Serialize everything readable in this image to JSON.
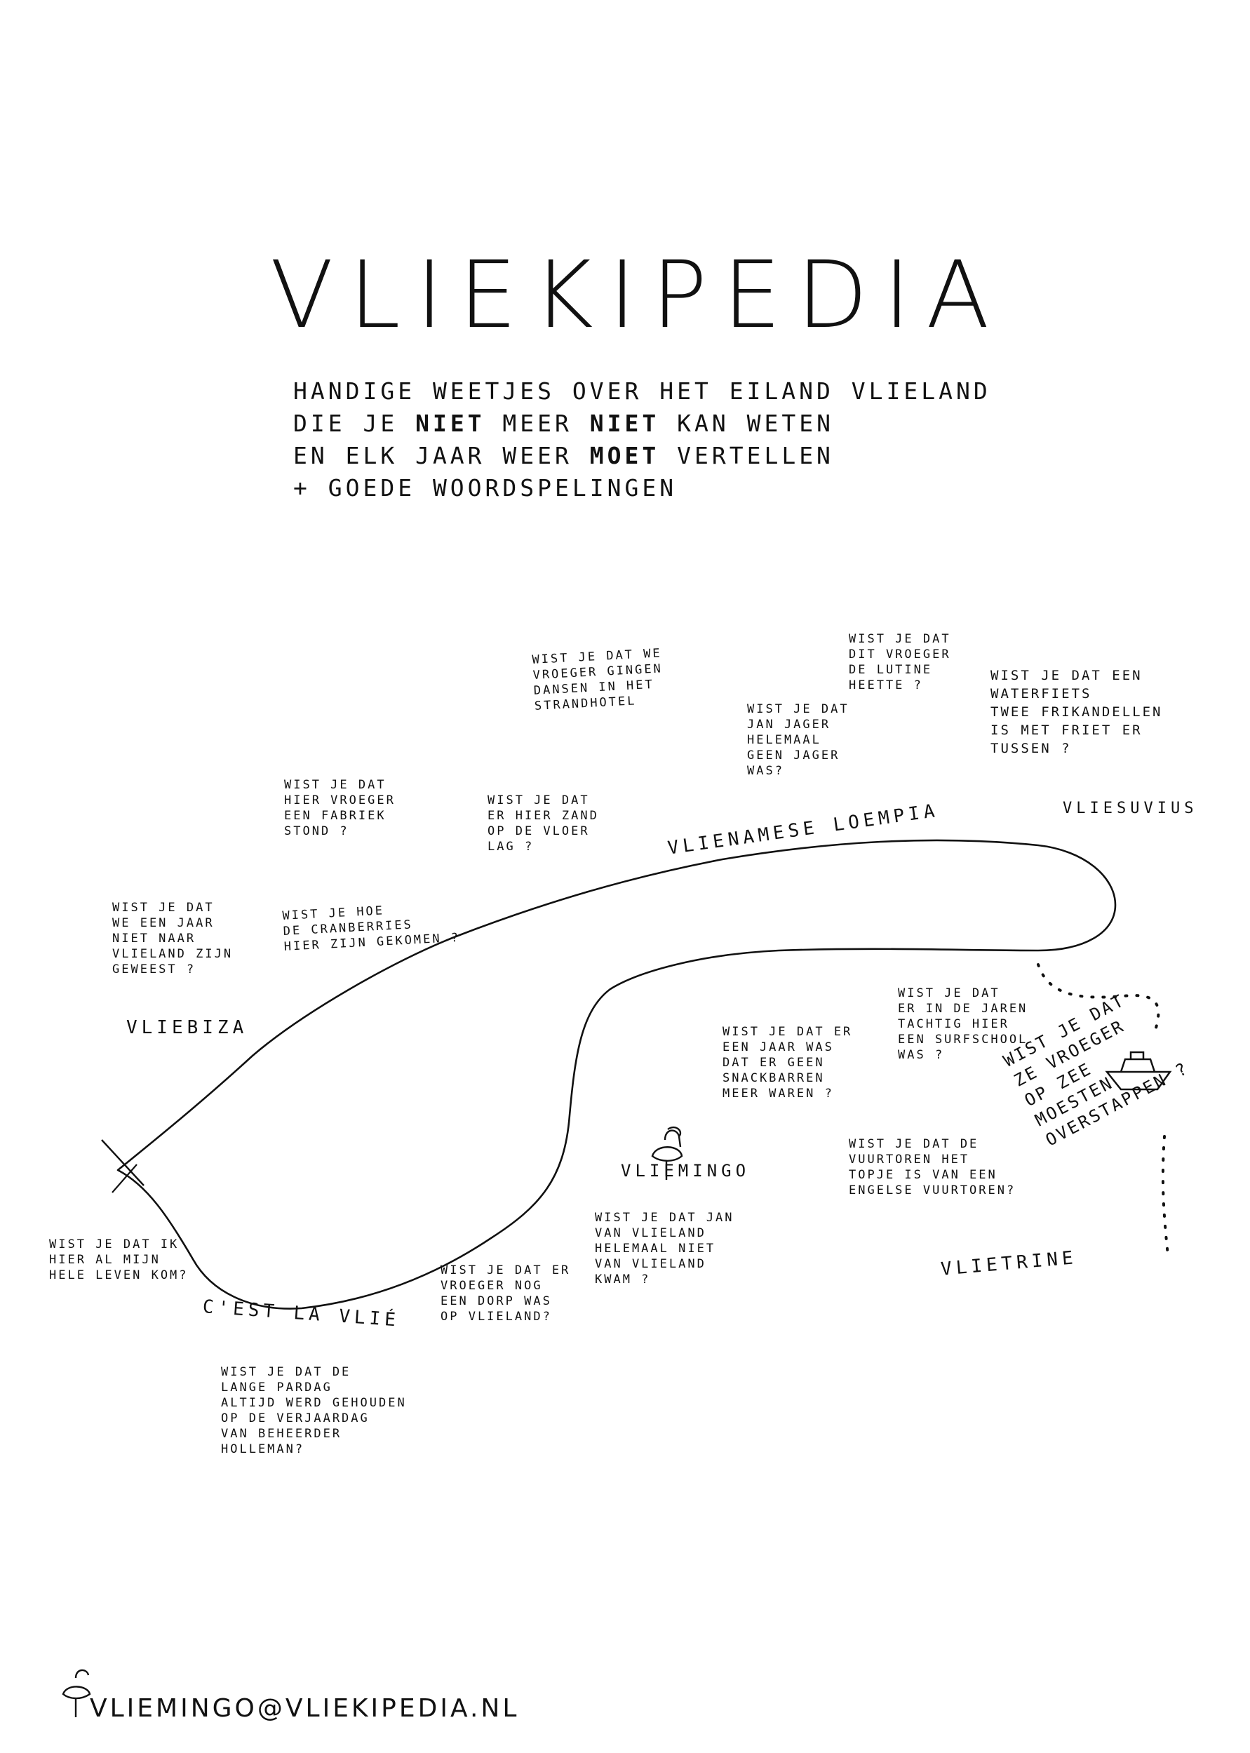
{
  "title": "VLIEKIPEDIA",
  "subtitle": {
    "line1": "HANDIGE WEETJES OVER HET EILAND VLIELAND",
    "line2_a": "DIE JE ",
    "line2_b": "NIET",
    "line2_c": " MEER ",
    "line2_d": "NIET",
    "line2_e": " KAN WETEN",
    "line3_a": "EN ELK JAAR WEER ",
    "line3_b": "MOET",
    "line3_c": " VERTELLEN",
    "line4": "+ GOEDE WOORDSPELINGEN"
  },
  "places": {
    "vliebiza": "VLIEBIZA",
    "vlienamese": "VLIENAMESE LOEMPIA",
    "vliesuvius": "VLIESUVIUS",
    "vliemingo": "VLIEMINGO",
    "cestlavlie": "C'EST LA VLIÉ",
    "vlietrine": "VLIETRINE"
  },
  "facts": {
    "strandhotel": "WIST JE DAT WE\nVROEGER GINGEN\nDANSEN IN HET\nSTRANDHOTEL",
    "lutine": "WIST JE DAT\nDIT VROEGER\nDE LUTINE\nHEETTE ?",
    "janjager": "WIST JE DAT\nJAN JAGER\nHELEMAAL\nGEEN JAGER\nWAS?",
    "waterfiets": "WIST JE DAT EEN\nWATERFIETS\nTWEE FRIKANDELLEN\nIS MET FRIET ER\nTUSSEN ?",
    "fabriek": "WIST JE DAT\nHIER VROEGER\nEEN FABRIEK\nSTOND ?",
    "zand": "WIST JE DAT\nER HIER ZAND\nOP DE VLOER\nLAG ?",
    "eenjaar": "WIST JE DAT\nWE EEN JAAR\nNIET NAAR\nVLIELAND ZIJN\nGEWEEST ?",
    "cranberries": "WIST JE HOE\nDE CRANBERRIES\nHIER ZIJN GEKOMEN ?",
    "surfschool": "WIST JE DAT\nER IN DE JAREN\nTACHTIG HIER\nEEN SURFSCHOOL\nWAS ?",
    "snackbarren": "WIST JE DAT ER\nEEN JAAR WAS\nDAT ER GEEN\nSNACKBARREN\nMEER WAREN ?",
    "overstappen": "WIST JE DAT\nZE VROEGER\nOP ZEE\nMOESTEN\nOVERSTAPPEN ?",
    "vuurtoren": "WIST JE DAT DE\nVUURTOREN HET\nTOPJE IS VAN EEN\nENGELSE VUURTOREN?",
    "hierkom": "WIST JE DAT IK\nHIER AL MIJN\nHELE LEVEN KOM?",
    "dorp": "WIST JE DAT ER\nVROEGER NOG\nEEN DORP WAS\nOP VLIELAND?",
    "janvanvlieland": "WIST JE DAT JAN\nVAN VLIELAND\nHELEMAAL NIET\nVAN VLIELAND\nKWAM ?",
    "pardag": "WIST JE DAT DE\nLANGE PARDAG\nALTIJD WERD GEHOUDEN\nOP DE VERJAARDAG\nVAN BEHEERDER\nHOLLEMAN?"
  },
  "footer": "VLIEMINGO@VLIEKIPEDIA.NL",
  "colors": {
    "ink": "#111111",
    "background": "#ffffff"
  }
}
